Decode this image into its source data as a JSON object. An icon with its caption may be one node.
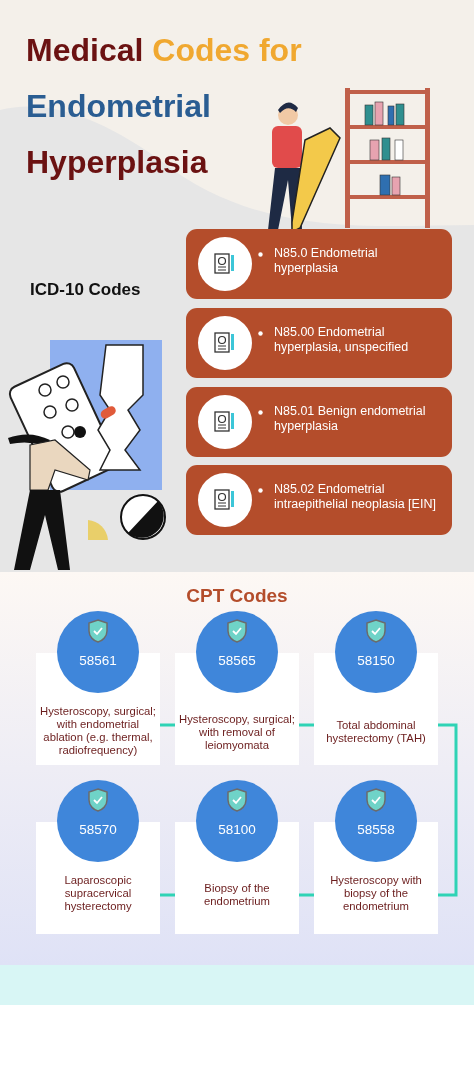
{
  "diagram": {
    "title": "Medical Codes for Endometrial Hyperplasia",
    "nodes": [
      {
        "text": [
          "N85.0 Endometrial hyperplasia"
        ]
      },
      {
        "text": [
          "N85.00 Endometrial hyperplasia, unspecified"
        ]
      },
      {
        "text": [
          "N85.01 Benign endometrial hyperplasia"
        ]
      },
      {
        "text": [
          "N85.02 Endometrial intraepithelial neoplasia [EIN]"
        ]
      },
      {
        "text": [
          "58561",
          "Hysteroscopy, surgical; with endometrial ablation (e.g. thermal, radiofrequency)"
        ]
      },
      {
        "text": [
          "58565",
          "Hysteroscopy, surgical; with removal of leiomyomata"
        ]
      },
      {
        "text": [
          "58150",
          "Total abdominal hysterectomy (TAH)"
        ]
      },
      {
        "text": [
          "58570",
          "Laparoscopic supracervical hysterectomy"
        ]
      },
      {
        "text": [
          "58100",
          "Biopsy of the endometrium"
        ]
      },
      {
        "text": [
          "58558",
          "Hysteroscopy with biopsy of the endometrium"
        ]
      }
    ],
    "edges": [
      {
        "from": 4,
        "to": 5,
        "arrow": "none"
      },
      {
        "from": 5,
        "to": 6,
        "arrow": "none"
      },
      {
        "from": 6,
        "to": 9,
        "arrow": "none"
      },
      {
        "from": 9,
        "to": 8,
        "arrow": "none"
      },
      {
        "from": 8,
        "to": 7,
        "arrow": "none"
      }
    ],
    "labels": [
      "ICD-10 Codes",
      "CPT Codes"
    ]
  }
}
